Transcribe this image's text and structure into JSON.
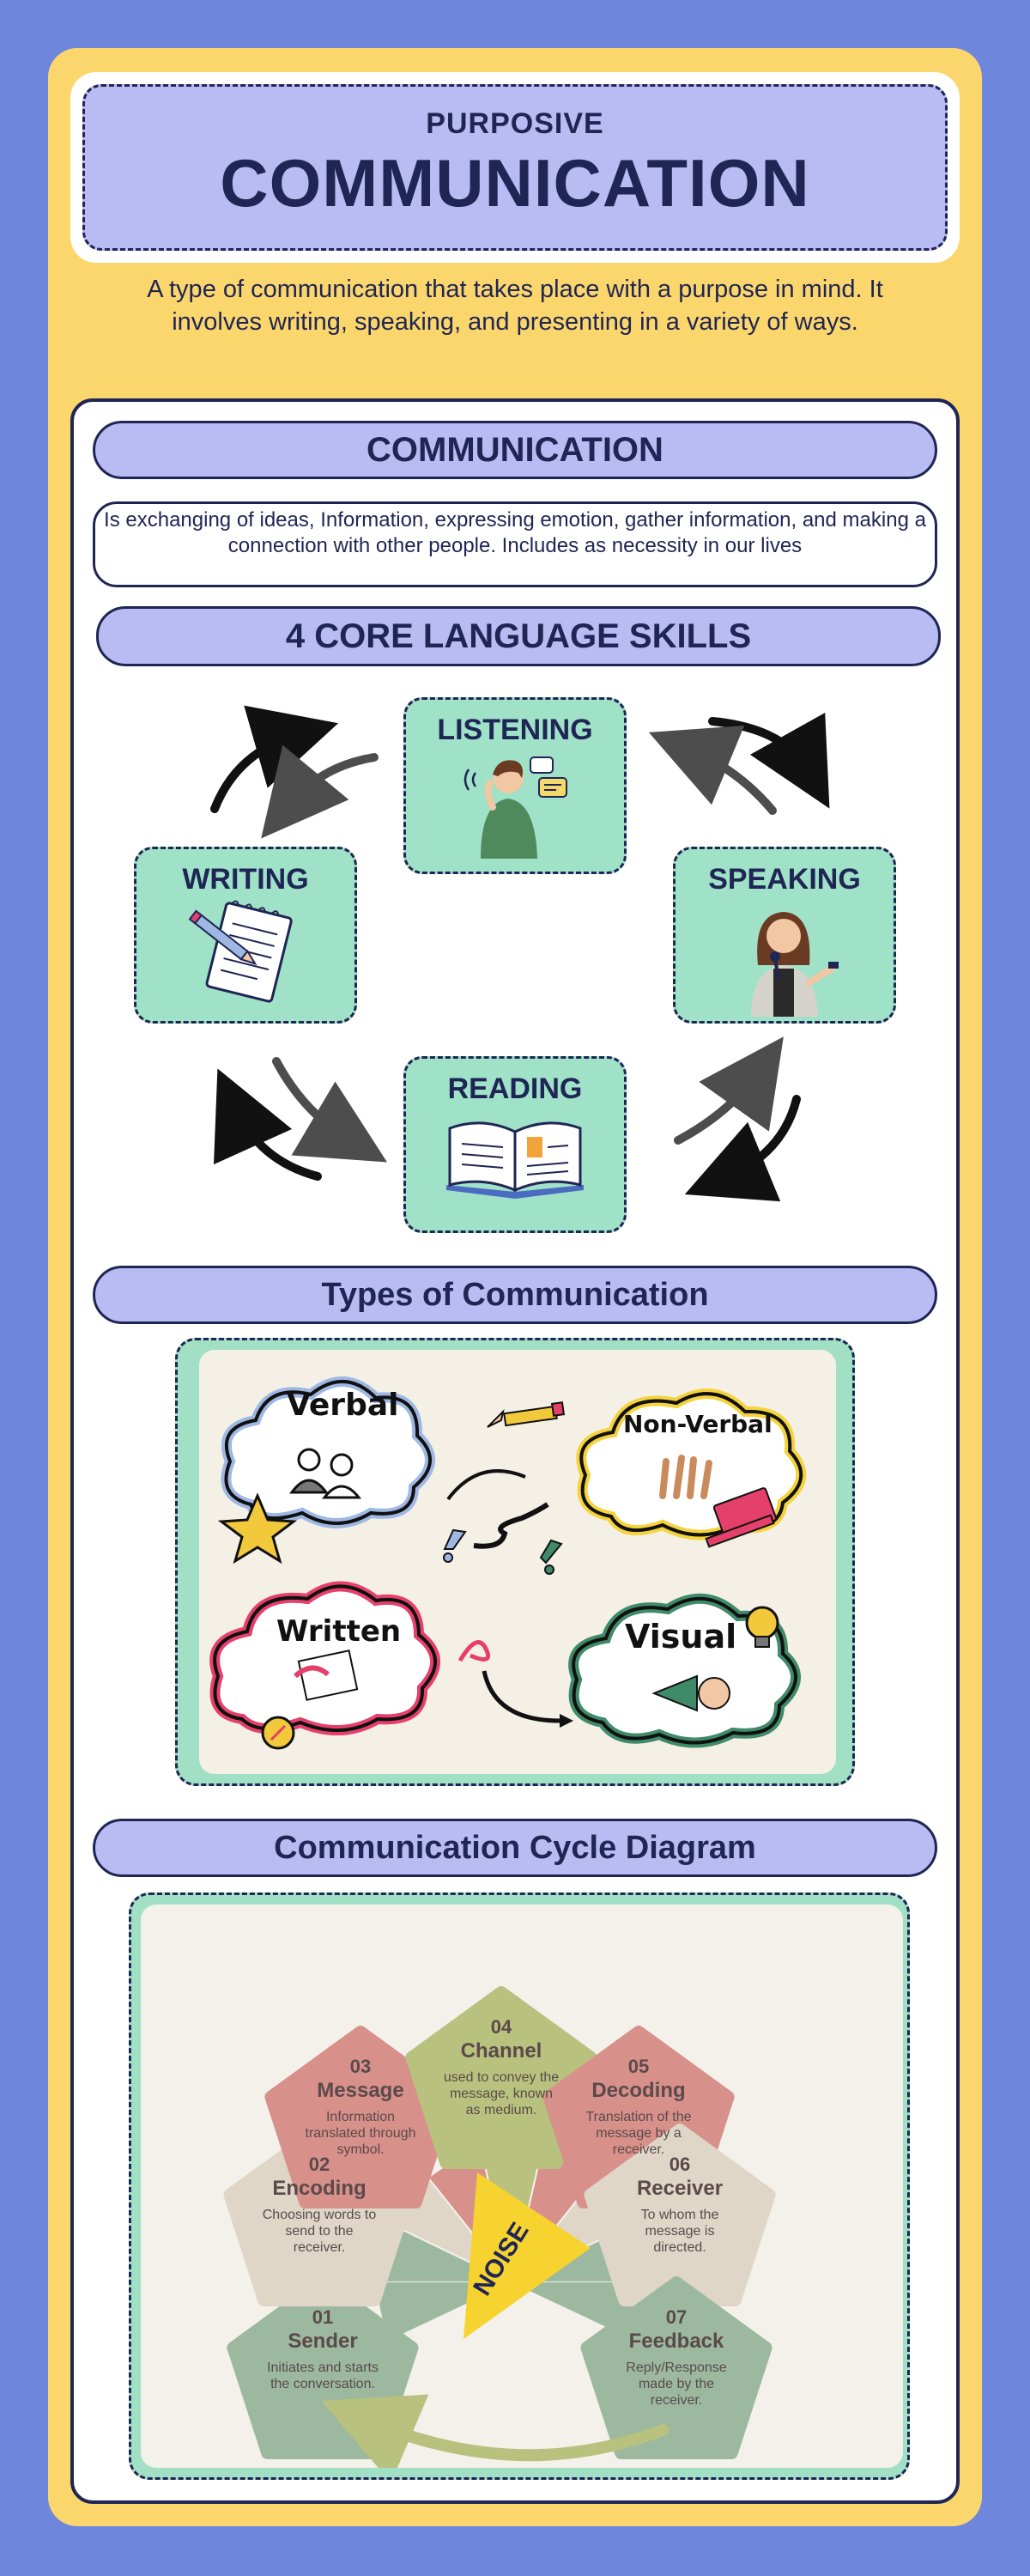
{
  "header": {
    "kicker": "PURPOSIVE",
    "title": "COMMUNICATION",
    "intro": "A type of communication that takes place with a purpose in mind.  It involves writing, speaking, and presenting in a variety of ways."
  },
  "communication": {
    "heading": "COMMUNICATION",
    "definition": "Is exchanging of ideas, Information, expressing emotion, gather information, and making a connection with other people. Includes as necessity in our lives"
  },
  "skills": {
    "heading": "4 CORE LANGUAGE SKILLS",
    "items": [
      {
        "label": "LISTENING",
        "icon": "person-listening-icon"
      },
      {
        "label": "WRITING",
        "icon": "notepad-pencil-icon"
      },
      {
        "label": "SPEAKING",
        "icon": "person-microphone-icon"
      },
      {
        "label": "READING",
        "icon": "open-book-icon"
      }
    ]
  },
  "types": {
    "heading": "Types of Communication",
    "items": [
      {
        "label": "Verbal",
        "color": "#9fb8e3"
      },
      {
        "label": "Non-Verbal",
        "color": "#f5d33c"
      },
      {
        "label": "Written",
        "color": "#e5406b"
      },
      {
        "label": "Visual",
        "color": "#3f8a68"
      }
    ]
  },
  "cycle": {
    "heading": "Communication Cycle Diagram",
    "center_label": "NOISE",
    "steps": [
      {
        "num": "01",
        "title": "Sender",
        "desc": "Initiates and starts the conversation.",
        "color": "#9cb89f"
      },
      {
        "num": "02",
        "title": "Encoding",
        "desc": "Choosing words to send to the receiver.",
        "color": "#dfd6c8"
      },
      {
        "num": "03",
        "title": "Message",
        "desc": "Information translated through symbol.",
        "color": "#d7908a"
      },
      {
        "num": "04",
        "title": "Channel",
        "desc": "used to convey the message, known as medium.",
        "color": "#b8c27e"
      },
      {
        "num": "05",
        "title": "Decoding",
        "desc": "Translation of the message by a receiver.",
        "color": "#d7908a"
      },
      {
        "num": "06",
        "title": "Receiver",
        "desc": "To whom the message is directed.",
        "color": "#dfd6c8"
      },
      {
        "num": "07",
        "title": "Feedback",
        "desc": "Reply/Response made by the receiver.",
        "color": "#9cb89f"
      }
    ]
  },
  "colors": {
    "background": "#6f86dd",
    "panel": "#fbd66c",
    "pill": "#b8bcf3",
    "navy": "#1f2554",
    "mint": "#9fe2c8"
  }
}
